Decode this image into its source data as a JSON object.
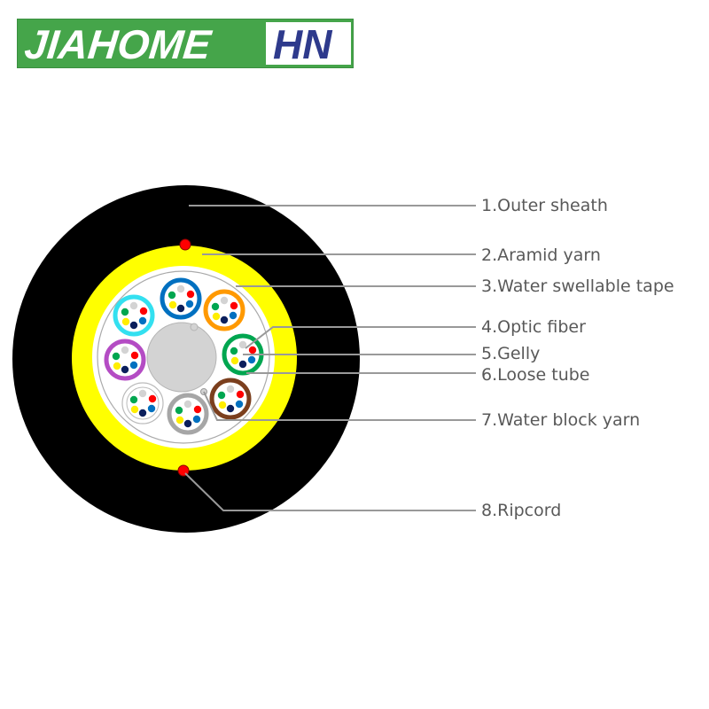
{
  "logo": {
    "brand": "JIAHOME",
    "suffix": "HN",
    "colors": {
      "green": "#45a54a",
      "blue": "#2e3a8c"
    }
  },
  "diagram": {
    "title": "Optical fiber cable cross-section",
    "colors": {
      "sheath": "#000000",
      "aramid": "#ffff00",
      "tape_fill": "#ffffff",
      "tape_line": "#aaaaaa",
      "central_member": "#d3d3d3",
      "ripcord": "#ff0000",
      "leader": "#999999",
      "label_text": "#595959"
    },
    "tubes": [
      {
        "name": "blue-tube",
        "color": "#0070c0"
      },
      {
        "name": "orange-tube",
        "color": "#ff9900"
      },
      {
        "name": "green-tube",
        "color": "#00a650"
      },
      {
        "name": "brown-tube",
        "color": "#7b3f1e"
      },
      {
        "name": "grey-tube",
        "color": "#a6a6a6"
      },
      {
        "name": "white-tube",
        "color": "#ffffff"
      },
      {
        "name": "violet-tube",
        "color": "#b44cc4"
      },
      {
        "name": "aqua-tube",
        "color": "#33e0f0"
      }
    ],
    "fiber_colors": [
      "#d3d3d3",
      "#ff0000",
      "#0070c0",
      "#0b1f5c",
      "#ffee00",
      "#00a650"
    ],
    "labels": [
      {
        "id": 1,
        "text": "1.Outer sheath"
      },
      {
        "id": 2,
        "text": "2.Aramid yarn"
      },
      {
        "id": 3,
        "text": "3.Water swellable tape"
      },
      {
        "id": 4,
        "text": "4.Optic fiber"
      },
      {
        "id": 5,
        "text": "5.Gelly"
      },
      {
        "id": 6,
        "text": "6.Loose tube"
      },
      {
        "id": 7,
        "text": "7.Water block yarn"
      },
      {
        "id": 8,
        "text": "8.Ripcord"
      }
    ]
  }
}
